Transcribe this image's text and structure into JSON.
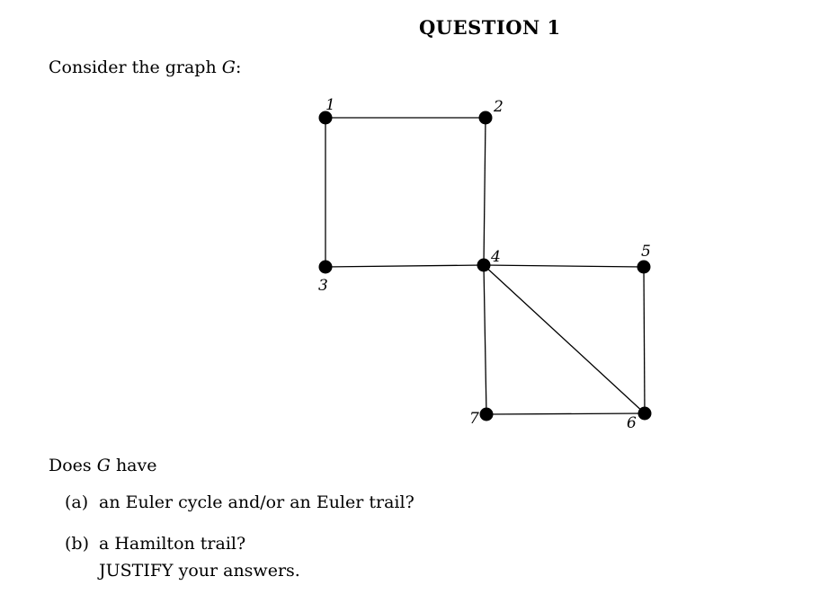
{
  "header": {
    "title": "QUESTION 1"
  },
  "intro": {
    "text": "Consider the graph ",
    "graph_symbol": "G",
    "colon": ":"
  },
  "graph": {
    "vertices": [
      {
        "id": "1",
        "label": "1"
      },
      {
        "id": "2",
        "label": "2"
      },
      {
        "id": "3",
        "label": "3"
      },
      {
        "id": "4",
        "label": "4"
      },
      {
        "id": "5",
        "label": "5"
      },
      {
        "id": "6",
        "label": "6"
      },
      {
        "id": "7",
        "label": "7"
      }
    ],
    "edges": [
      [
        "1",
        "2"
      ],
      [
        "1",
        "3"
      ],
      [
        "2",
        "4"
      ],
      [
        "3",
        "4"
      ],
      [
        "4",
        "5"
      ],
      [
        "4",
        "6"
      ],
      [
        "4",
        "7"
      ],
      [
        "5",
        "6"
      ],
      [
        "7",
        "6"
      ]
    ],
    "colors": {
      "vertex": "#000000",
      "edge": "#000000"
    }
  },
  "question": {
    "prefix": "Does ",
    "graph_symbol": "G",
    "suffix": " have",
    "parts": [
      {
        "marker": "(a)",
        "text": "an Euler cycle and/or an Euler trail?"
      },
      {
        "marker": "(b)",
        "text": "a Hamilton trail?"
      }
    ],
    "instruction": "JUSTIFY your answers."
  }
}
